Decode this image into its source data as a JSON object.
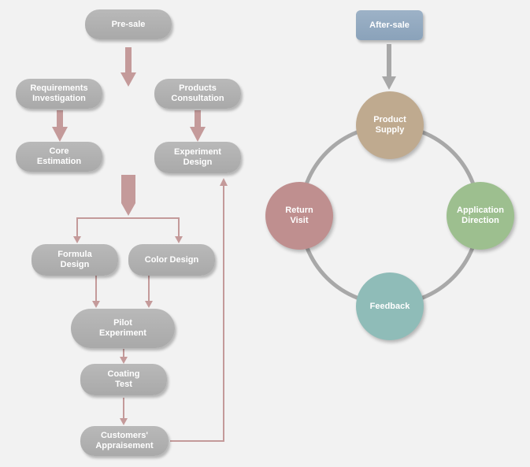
{
  "presale": {
    "title": "Pre-sale",
    "requirements": "Requirements\nInvestigation",
    "products_consultation": "Products\nConsultation",
    "core_estimation": "Core\nEstimation",
    "experiment_design": "Experiment\nDesign",
    "formula_design": "Formula\nDesign",
    "color_design": "Color Design",
    "pilot_experiment": "Pilot\nExperiment",
    "coating_test": "Coating\nTest",
    "customers_appraisement": "Customers'\nAppraisement"
  },
  "aftersale": {
    "title": "After-sale",
    "product_supply": "Product\nSupply",
    "application_direction": "Application\nDirection",
    "feedback": "Feedback",
    "return_visit": "Return\nVisit"
  },
  "colors": {
    "node_gray": "#b0b0b0",
    "arrow_pink": "#c49a9a",
    "after_sale_blue": "#93a9bf",
    "product_supply": "#bfaa8f",
    "application_direction": "#9dbf8f",
    "feedback": "#8fbcb8",
    "return_visit": "#bf8f8f",
    "ring_gray": "#a8a8a8"
  }
}
